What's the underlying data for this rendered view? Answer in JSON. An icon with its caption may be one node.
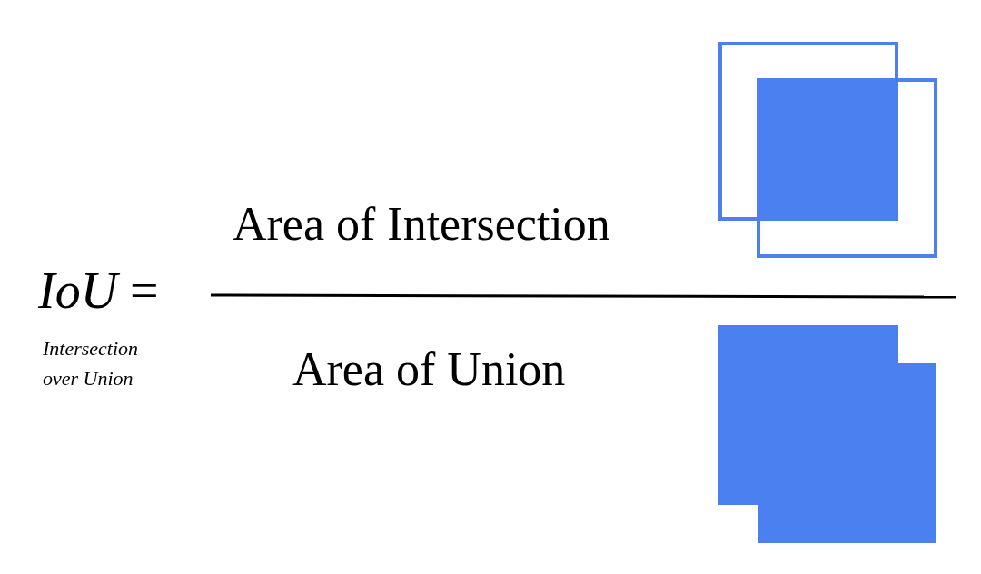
{
  "diagram": {
    "labels": [
      "*IoU* =",
      "Intersection over Union",
      "Area of Intersection",
      "Area of Union"
    ]
  }
}
